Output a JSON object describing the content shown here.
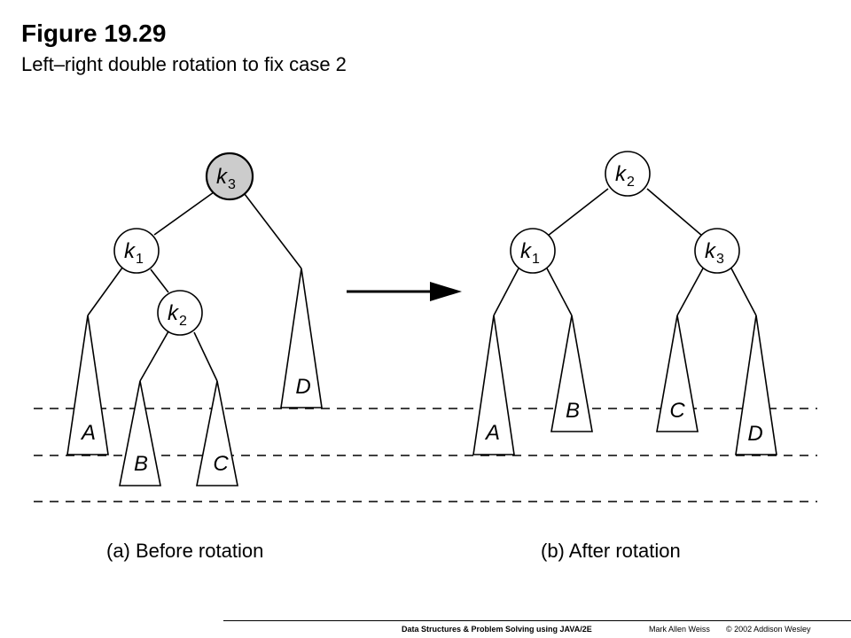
{
  "figure": {
    "title": "Figure 19.29",
    "subtitle": "Left–right double rotation to fix case 2"
  },
  "nodes": {
    "k1": {
      "letter": "k",
      "sub": "1"
    },
    "k2": {
      "letter": "k",
      "sub": "2"
    },
    "k3": {
      "letter": "k",
      "sub": "3"
    }
  },
  "subtrees": {
    "A": "A",
    "B": "B",
    "C": "C",
    "D": "D"
  },
  "captions": {
    "before": "(a) Before rotation",
    "after": "(b) After rotation"
  },
  "footer": {
    "book": "Data Structures & Problem Solving using JAVA/2E",
    "author": "Mark Allen Weiss",
    "copyright": "© 2002  Addison Wesley"
  },
  "colors": {
    "highlight_node": "#cccccc",
    "node_fill": "#ffffff",
    "stroke": "#000000"
  }
}
